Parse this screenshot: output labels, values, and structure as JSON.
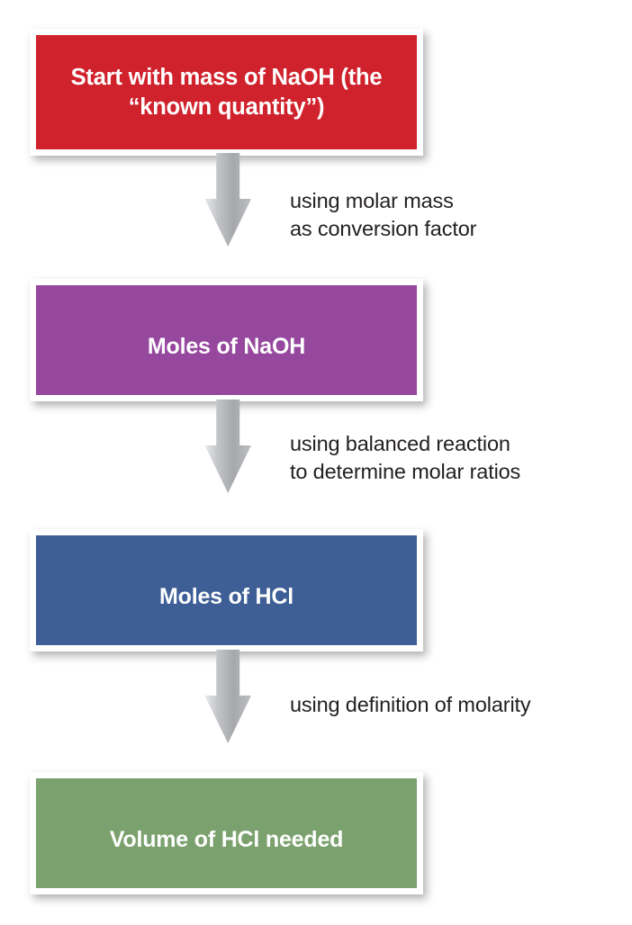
{
  "diagram": {
    "title": "Stoichiometry flowchart: mass of NaOH to volume of HCl",
    "background_color": "#ffffff",
    "nodes": [
      {
        "id": "start",
        "label": "Start with mass of NaOH\n(the “known quantity”)",
        "color": "#d0222c",
        "text_color": "#ffffff"
      },
      {
        "id": "moles-naoh",
        "label": "Moles of NaOH",
        "color": "#96479e",
        "text_color": "#ffffff"
      },
      {
        "id": "moles-hcl",
        "label": "Moles of HCl",
        "color": "#3d5f96",
        "text_color": "#ffffff"
      },
      {
        "id": "volume-hcl",
        "label": "Volume of HCl needed",
        "color": "#7ba16e",
        "text_color": "#ffffff"
      }
    ],
    "edges": [
      {
        "id": "edge-1",
        "from": "start",
        "to": "moles-naoh",
        "label": "using molar mass\nas conversion factor",
        "arrow_color": "#a7a9ac"
      },
      {
        "id": "edge-2",
        "from": "moles-naoh",
        "to": "moles-hcl",
        "label": "using balanced reaction\nto determine molar ratios",
        "arrow_color": "#a7a9ac"
      },
      {
        "id": "edge-3",
        "from": "moles-hcl",
        "to": "volume-hcl",
        "label": "using definition of molarity",
        "arrow_color": "#a7a9ac"
      }
    ]
  }
}
